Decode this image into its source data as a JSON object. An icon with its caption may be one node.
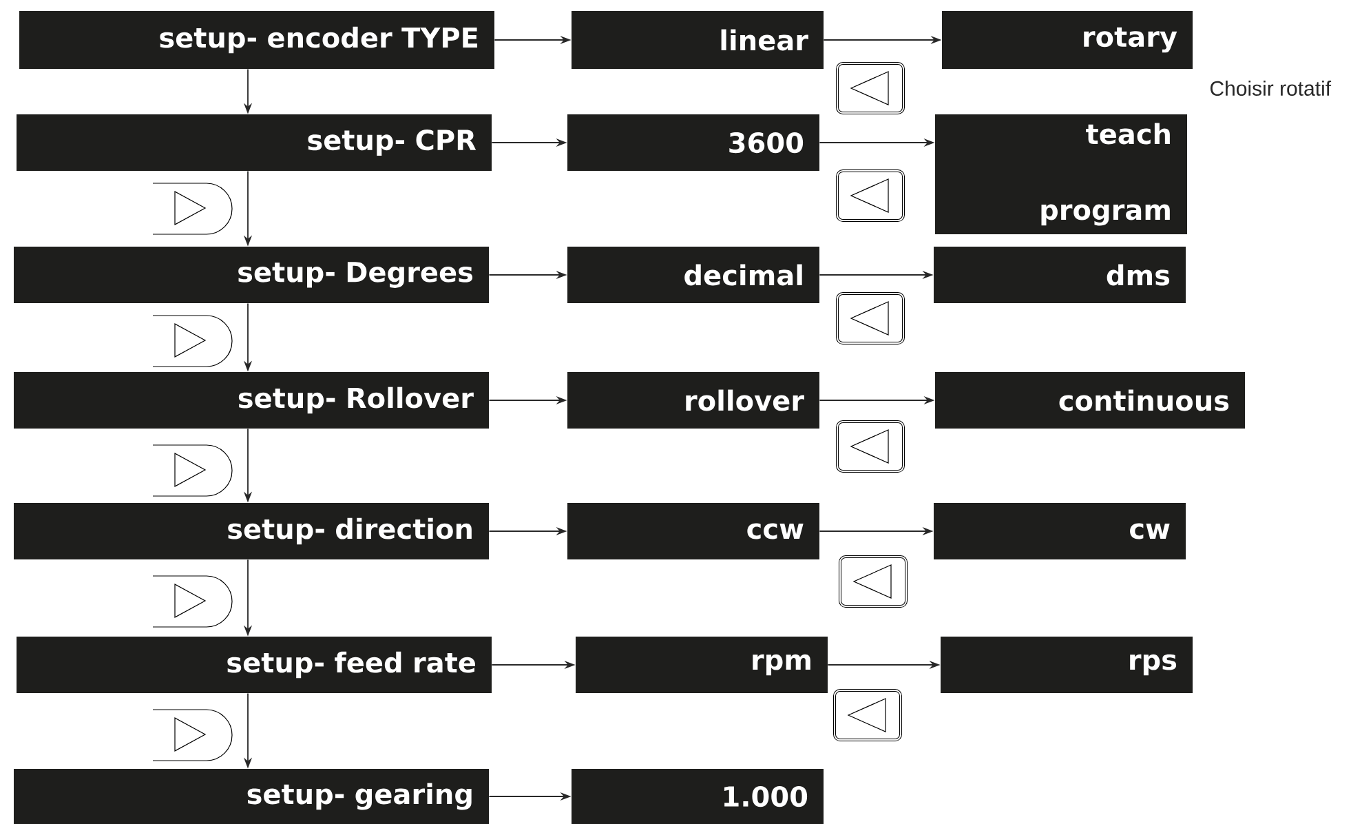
{
  "diagram": {
    "nodes": [
      {
        "text": [
          "setup- encoder  TYPE"
        ]
      },
      {
        "text": [
          "linear"
        ]
      },
      {
        "text": [
          "rotary"
        ]
      },
      {
        "text": [
          "setup-  CPR"
        ]
      },
      {
        "text": [
          "3600"
        ]
      },
      {
        "text": [
          "teach",
          "program"
        ]
      },
      {
        "text": [
          "setup- Degrees"
        ]
      },
      {
        "text": [
          "decimal"
        ]
      },
      {
        "text": [
          "dms"
        ]
      },
      {
        "text": [
          "setup- Rollover"
        ]
      },
      {
        "text": [
          "rollover"
        ]
      },
      {
        "text": [
          "continuous"
        ]
      },
      {
        "text": [
          "setup- direction"
        ]
      },
      {
        "text": [
          "ccw"
        ]
      },
      {
        "text": [
          "cw"
        ]
      },
      {
        "text": [
          "setup- feed rate"
        ]
      },
      {
        "text": [
          "rpm"
        ]
      },
      {
        "text": [
          "rps"
        ]
      },
      {
        "text": [
          "setup- gearing"
        ]
      },
      {
        "text": [
          "1.000"
        ]
      }
    ],
    "edges": [
      {
        "from": 0,
        "to": 1,
        "arrow": "to"
      },
      {
        "from": 1,
        "to": 2,
        "arrow": "to"
      },
      {
        "from": 0,
        "to": 3,
        "arrow": "to"
      },
      {
        "from": 3,
        "to": 4,
        "arrow": "to"
      },
      {
        "from": 4,
        "to": 5,
        "arrow": "to"
      },
      {
        "from": 3,
        "to": 6,
        "arrow": "to"
      },
      {
        "from": 6,
        "to": 7,
        "arrow": "to"
      },
      {
        "from": 7,
        "to": 8,
        "arrow": "to"
      },
      {
        "from": 6,
        "to": 9,
        "arrow": "to"
      },
      {
        "from": 9,
        "to": 10,
        "arrow": "to"
      },
      {
        "from": 10,
        "to": 11,
        "arrow": "to"
      },
      {
        "from": 9,
        "to": 12,
        "arrow": "to"
      },
      {
        "from": 12,
        "to": 13,
        "arrow": "to"
      },
      {
        "from": 13,
        "to": 14,
        "arrow": "to"
      },
      {
        "from": 12,
        "to": 15,
        "arrow": "to"
      },
      {
        "from": 15,
        "to": 16,
        "arrow": "to"
      },
      {
        "from": 16,
        "to": 17,
        "arrow": "to"
      },
      {
        "from": 15,
        "to": 18,
        "arrow": "to"
      },
      {
        "from": 18,
        "to": 19,
        "arrow": "to"
      }
    ],
    "labels": [
      "Choisir rotatif"
    ]
  }
}
